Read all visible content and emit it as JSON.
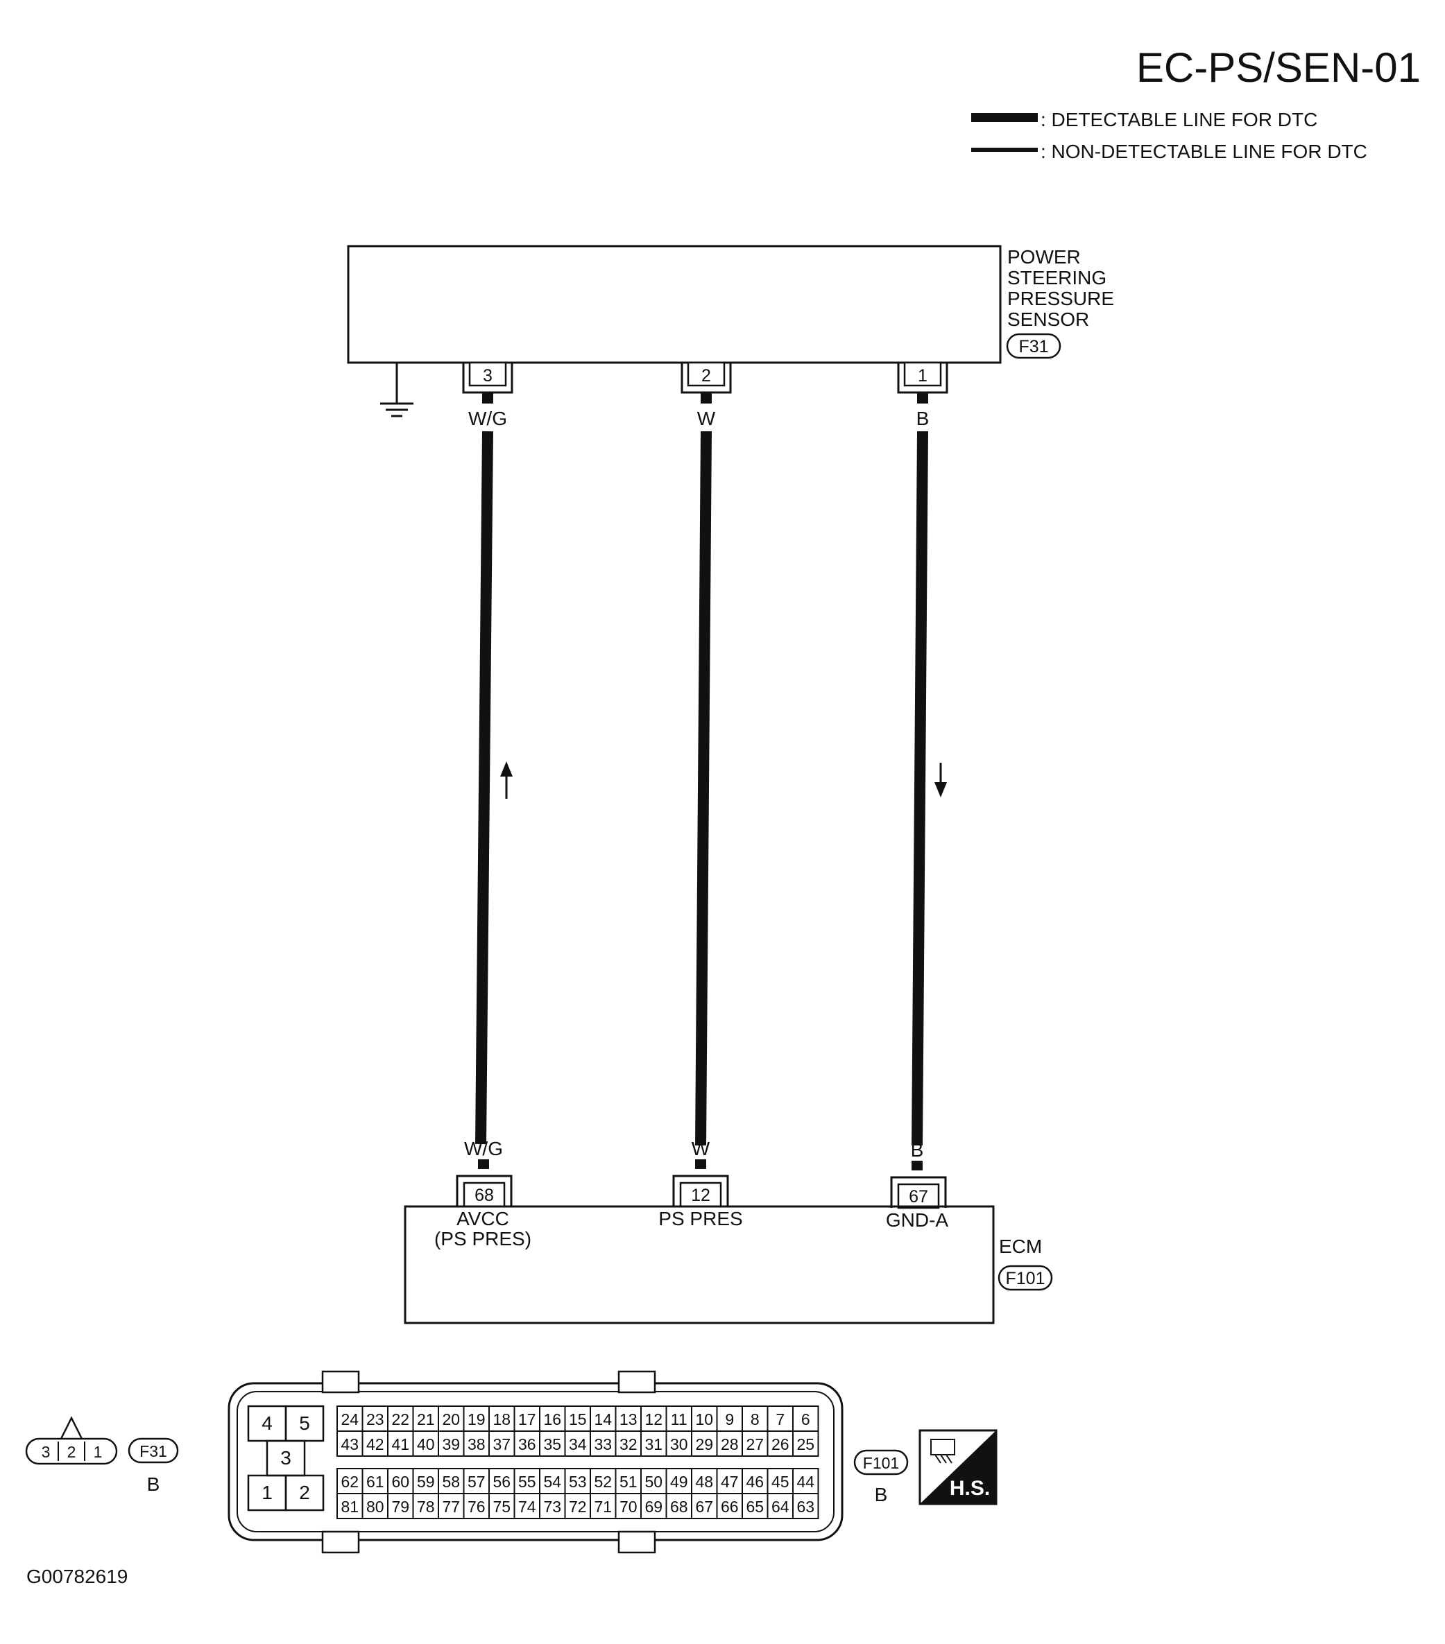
{
  "title": "EC-PS/SEN-01",
  "legend": {
    "detectable": ": DETECTABLE LINE FOR DTC",
    "non_detectable": ": NON-DETECTABLE LINE FOR DTC"
  },
  "sensor": {
    "name_lines": [
      "POWER",
      "STEERING",
      "PRESSURE",
      "SENSOR"
    ],
    "connector": "F31",
    "pins": [
      "3",
      "2",
      "1"
    ],
    "wire_colors": [
      "W/G",
      "W",
      "B"
    ]
  },
  "ecm": {
    "name": "ECM",
    "connector": "F101",
    "pins": [
      "68",
      "12",
      "67"
    ],
    "wire_colors": [
      "W/G",
      "W",
      "B"
    ],
    "terminal_labels": [
      "AVCC",
      "(PS PRES)",
      "PS PRES",
      "GND-A"
    ]
  },
  "connector_f31": {
    "id": "F31",
    "color": "B",
    "pins": [
      "3",
      "2",
      "1"
    ]
  },
  "connector_f101": {
    "id": "F101",
    "color": "B",
    "left_block": [
      "4",
      "5",
      "3",
      "1",
      "2"
    ],
    "row1": [
      "24",
      "23",
      "22",
      "21",
      "20",
      "19",
      "18",
      "17",
      "16",
      "15",
      "14",
      "13",
      "12",
      "11",
      "10",
      "9",
      "8",
      "7",
      "6"
    ],
    "row2": [
      "43",
      "42",
      "41",
      "40",
      "39",
      "38",
      "37",
      "36",
      "35",
      "34",
      "33",
      "32",
      "31",
      "30",
      "29",
      "28",
      "27",
      "26",
      "25"
    ],
    "row3": [
      "62",
      "61",
      "60",
      "59",
      "58",
      "57",
      "56",
      "55",
      "54",
      "53",
      "52",
      "51",
      "50",
      "49",
      "48",
      "47",
      "46",
      "45",
      "44"
    ],
    "row4": [
      "81",
      "80",
      "79",
      "78",
      "77",
      "76",
      "75",
      "74",
      "73",
      "72",
      "71",
      "70",
      "69",
      "68",
      "67",
      "66",
      "65",
      "64",
      "63"
    ]
  },
  "hs_badge": "H.S.",
  "figure_id": "G00782619"
}
